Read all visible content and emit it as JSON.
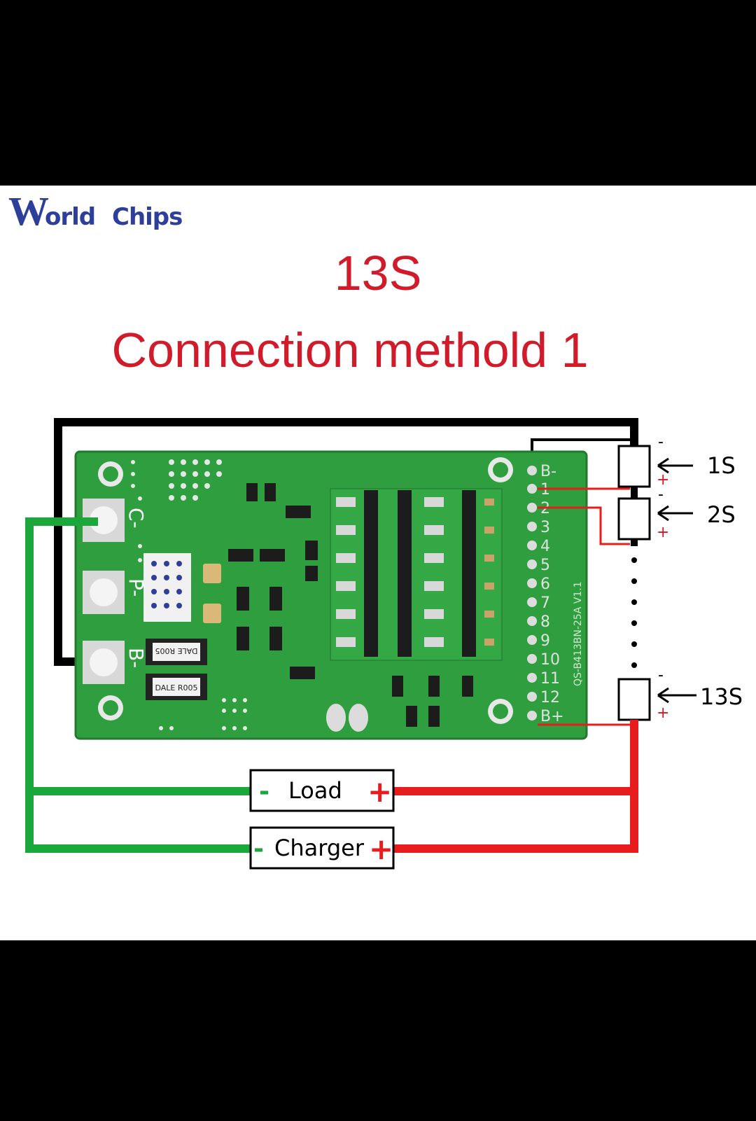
{
  "logo": {
    "first_letter": "W",
    "text1": "orld",
    "text2": "Chips",
    "brand_color": "#2d3f9a"
  },
  "title": {
    "line1": "13S",
    "line2": "Connection methold 1",
    "color": "#d11a2a"
  },
  "board": {
    "pad_labels": [
      "C-",
      "P-",
      "B-"
    ],
    "header_pins": [
      "B-",
      "1",
      "2",
      "3",
      "4",
      "5",
      "6",
      "7",
      "8",
      "9",
      "10",
      "11",
      "12",
      "B+"
    ],
    "chip_label_top": "DALE R005",
    "chip_label_bottom": "DALE R005",
    "silkscreen": "QS-B413BN-25A V1.1",
    "color": "#2e9e3e"
  },
  "cells": [
    {
      "label": "1S",
      "minus": "-",
      "plus": "+"
    },
    {
      "label": "2S",
      "minus": "-",
      "plus": "+"
    },
    {
      "label": "13S",
      "minus": "-",
      "plus": "+"
    }
  ],
  "boxes": [
    {
      "label": "Load",
      "minus": "-",
      "plus": "+"
    },
    {
      "label": "Charger",
      "minus": "-",
      "plus": "+"
    }
  ],
  "colors": {
    "negative_wire": "#1ba83a",
    "positive_wire": "#e81c1c",
    "ground_wire": "#000000"
  }
}
